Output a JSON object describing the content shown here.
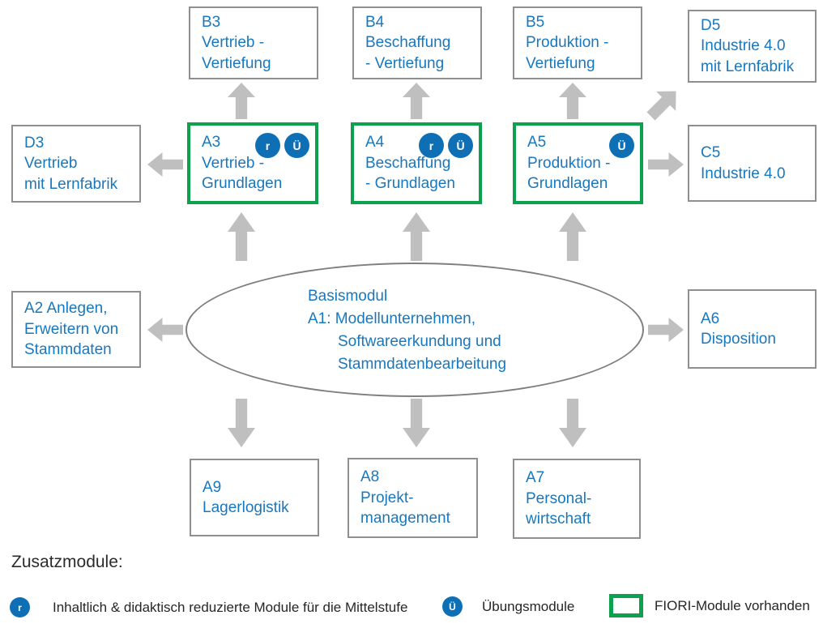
{
  "nodes": {
    "b3": {
      "label": "B3\nVertrieb -\nVertiefung"
    },
    "b4": {
      "label": "B4\nBeschaffung\n- Vertiefung"
    },
    "b5": {
      "label": "B5\nProduktion -\nVertiefung"
    },
    "d5": {
      "label": "D5\nIndustrie 4.0\nmit Lernfabrik"
    },
    "d3": {
      "label": "D3\nVertrieb\nmit Lernfabrik"
    },
    "a3": {
      "label": "A3\nVertrieb -\nGrundlagen",
      "badges": [
        "r",
        "Ü"
      ],
      "fiori": true
    },
    "a4": {
      "label": "A4\nBeschaffung\n- Grundlagen",
      "badges": [
        "r",
        "Ü"
      ],
      "fiori": true
    },
    "a5": {
      "label": "A5\nProduktion -\nGrundlagen",
      "badges": [
        "Ü"
      ],
      "fiori": true
    },
    "c5": {
      "label": "C5\nIndustrie 4.0"
    },
    "a2": {
      "label": "A2 Anlegen,\nErweitern von\nStammdaten"
    },
    "a6": {
      "label": "A6\nDisposition"
    },
    "a9": {
      "label": "A9\nLagerlogistik"
    },
    "a8": {
      "label": "A8\nProjekt-\nmanagement"
    },
    "a7": {
      "label": "A7\nPersonal-\nwirtschaft"
    }
  },
  "basismodul": {
    "label": "Basismodul\nA1: Modellunternehmen,\n       Softwareerkundung und\n       Stammdatenbearbeitung"
  },
  "legend": {
    "heading": "Zusatzmodule:",
    "r_badge": "r",
    "r_text": "Inhaltlich & didaktisch reduzierte Module für die Mittelstufe",
    "u_badge": "Ü",
    "u_text": "Übungsmodule",
    "fiori_text": "FIORI-Module vorhanden"
  },
  "colors": {
    "module_text_blue": "#1878be",
    "badge_blue": "#0f6fb4",
    "fiori_green": "#0ca24d",
    "arrow_gray": "#bfbfbf",
    "box_border_gray": "#8f8f8f",
    "legend_text": "#262626"
  }
}
